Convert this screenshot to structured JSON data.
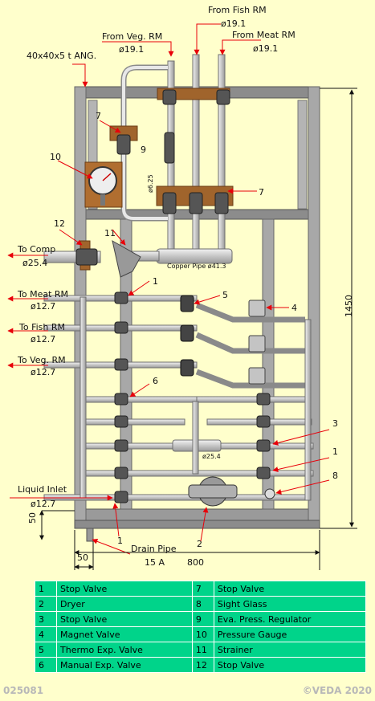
{
  "labels": {
    "from_fish": "From Fish RM",
    "from_fish_dia": "ø19.1",
    "from_veg": "From Veg. RM",
    "from_veg_dia": "ø19.1",
    "from_meat": "From Meat RM",
    "from_meat_dia": "ø19.1",
    "angle": "40x40x5 t ANG.",
    "to_comp": "To Comp",
    "to_comp_dia": "ø25.4",
    "to_meat": "To Meat RM",
    "to_meat_dia": "ø12.7",
    "to_fish": "To Fish RM",
    "to_fish_dia": "ø12.7",
    "to_veg": "To Veg. RM",
    "to_veg_dia": "ø12.7",
    "liquid_inlet": "Liquid Inlet",
    "liquid_inlet_dia": "ø12.7",
    "copper_pipe": "Copper Pipe ø41.3",
    "bypass_dia": "ø6.25",
    "header_dia": "ø25.4",
    "drain_pipe": "Drain Pipe",
    "dim_15a": "15 A",
    "dim_800": "800",
    "dim_50_v": "50",
    "dim_50_h": "50",
    "dim_1450": "1450"
  },
  "callouts": {
    "c1a": "1",
    "c1b": "1",
    "c1c": "1",
    "c2": "2",
    "c3": "3",
    "c4": "4",
    "c5": "5",
    "c6": "6",
    "c7a": "7",
    "c7b": "7",
    "c8": "8",
    "c9": "9",
    "c10": "10",
    "c11": "11",
    "c12": "12"
  },
  "legend": [
    {
      "no": "1",
      "name": "Stop Valve",
      "no2": "7",
      "name2": "Stop Valve"
    },
    {
      "no": "2",
      "name": "Dryer",
      "no2": "8",
      "name2": "Sight Glass"
    },
    {
      "no": "3",
      "name": "Stop Valve",
      "no2": "9",
      "name2": "Eva. Press. Regulator"
    },
    {
      "no": "4",
      "name": "Magnet Valve",
      "no2": "10",
      "name2": "Pressure Gauge"
    },
    {
      "no": "5",
      "name": "Thermo Exp. Valve",
      "no2": "11",
      "name2": "Strainer"
    },
    {
      "no": "6",
      "name": "Manual Exp. Valve",
      "no2": "12",
      "name2": "Stop Valve"
    }
  ],
  "footer": {
    "code": "025081",
    "copyright": "©VEDA 2020"
  },
  "colors": {
    "background": "#ffffcc",
    "frame": "#a8a8a8",
    "pipe": "#c8c8c8",
    "legend": "#00d48a",
    "arrow": "#e8000a",
    "bracket": "#a0642c"
  }
}
